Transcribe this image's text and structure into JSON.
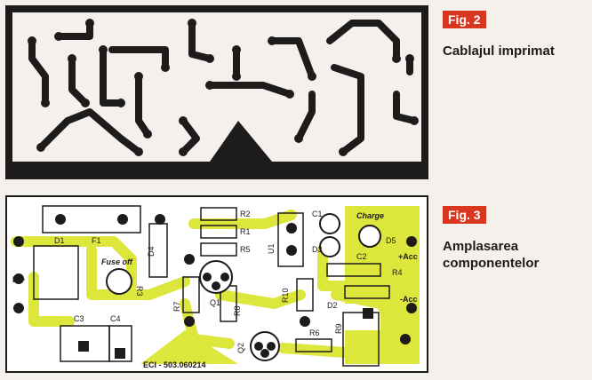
{
  "colors": {
    "badge": "#d9361f",
    "copper_dark": "#1e1b1c",
    "trace_yellow": "#dde63a",
    "board_white": "#ffffff"
  },
  "figures": [
    {
      "badge": "Fig. 2",
      "caption": "Cablajul imprimat"
    },
    {
      "badge": "Fig. 3",
      "caption_lines": [
        "Amplasarea",
        "componentelor"
      ]
    }
  ],
  "layout_labels": {
    "components": [
      "D1",
      "F1",
      "D4",
      "R2",
      "R1",
      "R5",
      "U1",
      "C1",
      "D3",
      "D5",
      "C2",
      "R4",
      "R3",
      "Q1",
      "R7",
      "R8",
      "R10",
      "D2",
      "R9",
      "R6",
      "Q2",
      "C3",
      "C4"
    ],
    "annotations": {
      "fuse_off": "Fuse off",
      "charge": "Charge",
      "input": "IN~",
      "plus_acc": "+Acc",
      "minus_acc": "-Acc",
      "board_code": "ECI - 503.060214"
    }
  }
}
